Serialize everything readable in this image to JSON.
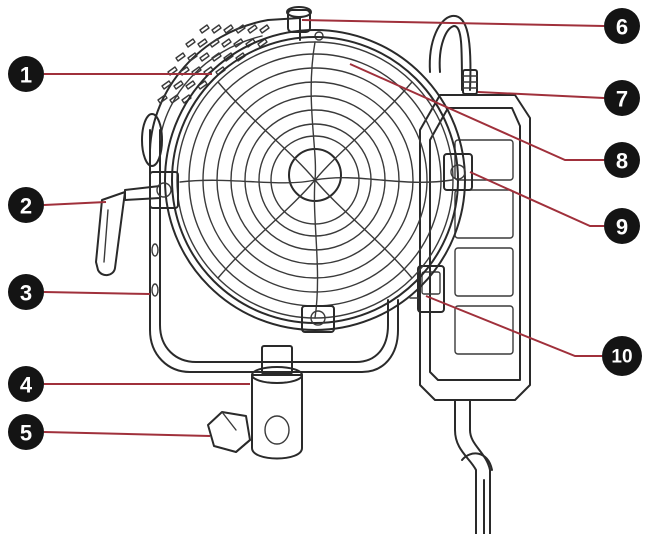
{
  "colors": {
    "outline": "#2a2a2a",
    "leader_line": "#a0303b",
    "badge_fill": "#141414",
    "badge_text": "#ffffff"
  },
  "callouts": [
    {
      "number": "1"
    },
    {
      "number": "2"
    },
    {
      "number": "3"
    },
    {
      "number": "4"
    },
    {
      "number": "5"
    },
    {
      "number": "6"
    },
    {
      "number": "7"
    },
    {
      "number": "8"
    },
    {
      "number": "9"
    },
    {
      "number": "10"
    }
  ]
}
